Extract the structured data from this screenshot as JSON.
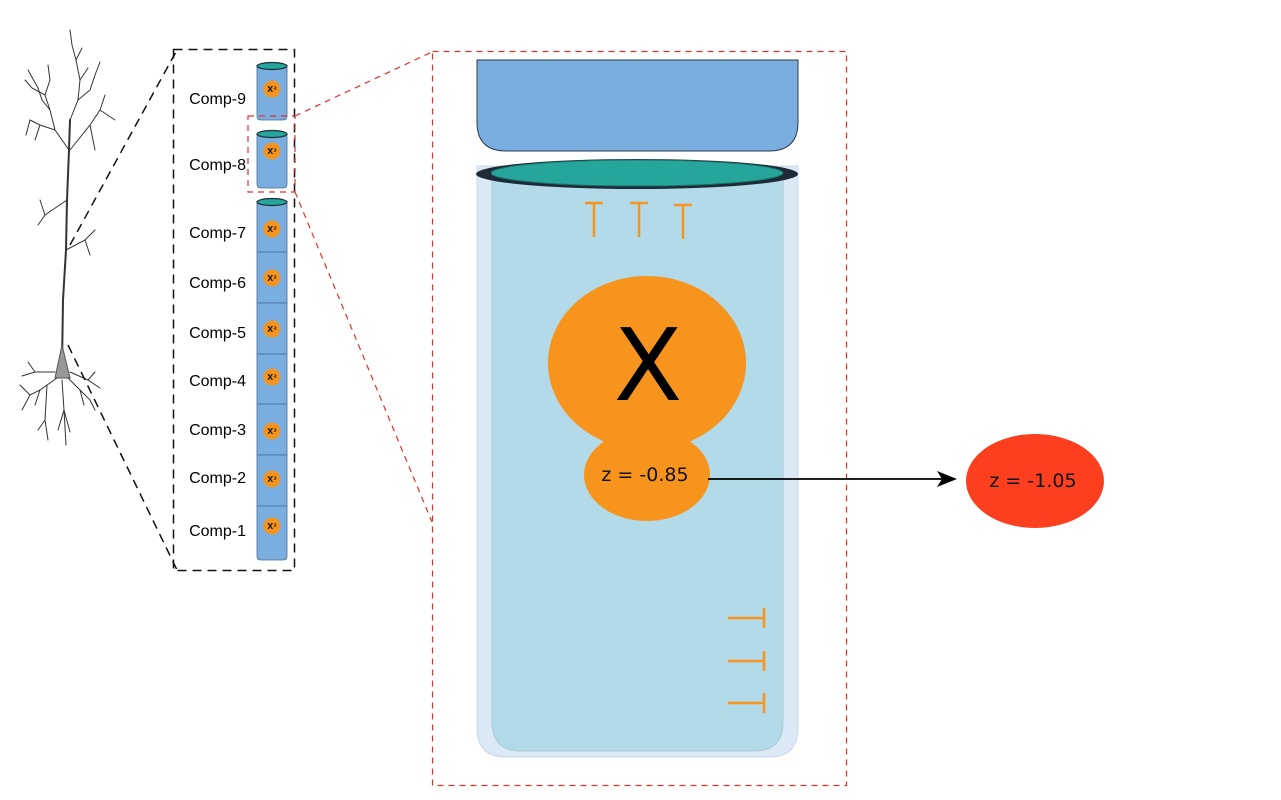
{
  "compartments": [
    {
      "label": "Comp-9",
      "glyph": "X²"
    },
    {
      "label": "Comp-8",
      "glyph": "X²"
    },
    {
      "label": "Comp-7",
      "glyph": "X²"
    },
    {
      "label": "Comp-6",
      "glyph": "X²"
    },
    {
      "label": "Comp-5",
      "glyph": "X²"
    },
    {
      "label": "Comp-4",
      "glyph": "X²"
    },
    {
      "label": "Comp-3",
      "glyph": "X²"
    },
    {
      "label": "Comp-2",
      "glyph": "X²"
    },
    {
      "label": "Comp-1",
      "glyph": "X²"
    }
  ],
  "detail": {
    "species_label": "X",
    "initial_z": "z = -0.85",
    "final_z": "z = -1.05"
  },
  "colors": {
    "compartment_fill": "#7aaee0",
    "compartment_cap": "#26a69a",
    "ion_orange": "#f7941d",
    "result_red": "#fb3f1f",
    "inner_fluid": "#b3dae8",
    "outer_membrane": "#dbe8f6",
    "zoom_line_red": "#e03030"
  }
}
